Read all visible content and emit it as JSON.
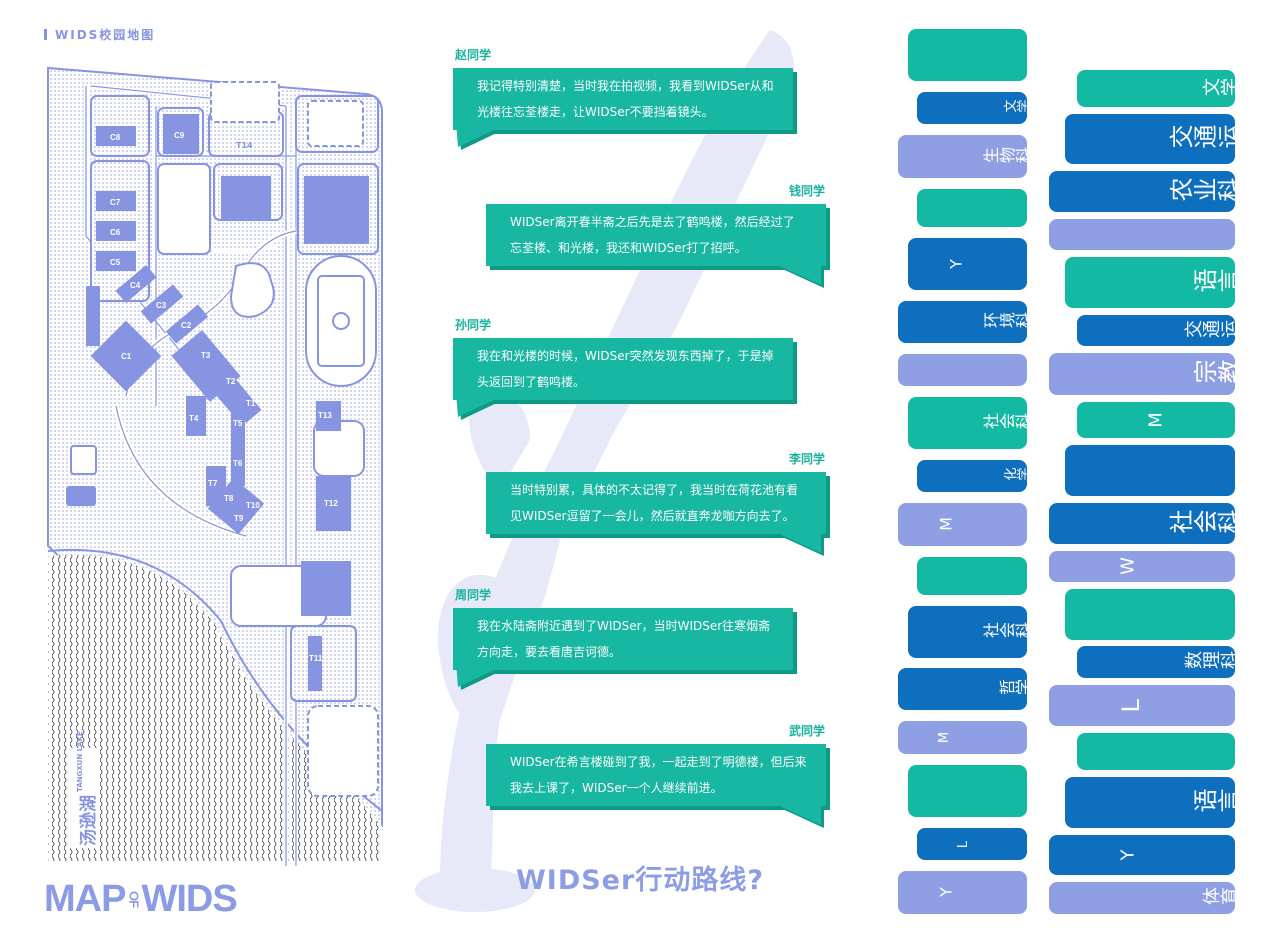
{
  "map": {
    "title": "WIDS校园地图",
    "logo": {
      "left": "MAP",
      "of": "OF",
      "right": "WIDS"
    },
    "lake_label_cn": "汤逊湖",
    "lake_label_en": "TANGXUN LAKE",
    "buildings": [
      "C1",
      "C2",
      "C3",
      "C4",
      "C5",
      "C6",
      "C7",
      "C8",
      "C9",
      "T1",
      "T2",
      "T3",
      "T4",
      "T5",
      "T6",
      "T7",
      "T8",
      "T9",
      "T10",
      "T11",
      "T12",
      "T13",
      "T14"
    ]
  },
  "chats": [
    {
      "name": "赵同学",
      "text_lines": [
        "我记得特别清楚，当时我在拍视频，我看到WIDSer从和",
        "光楼往忘荃楼走，让WIDSer不要挡着镜头。"
      ],
      "side": "left"
    },
    {
      "name": "钱同学",
      "text_lines": [
        "WIDSer离开春半斋之后先是去了鹤鸣楼，然后经过了",
        "忘荃楼、和光楼，我还和WIDSer打了招呼。"
      ],
      "side": "right"
    },
    {
      "name": "孙同学",
      "text_lines": [
        "我在和光楼的时候，WIDSer突然发现东西掉了，于是掉",
        "头返回到了鹤鸣楼。"
      ],
      "side": "left"
    },
    {
      "name": "李同学",
      "text_lines": [
        "当时特别累，具体的不太记得了，我当时在荷花池有看",
        "见WIDSer逗留了一会儿，然后就直奔龙咖方向去了。"
      ],
      "side": "right"
    },
    {
      "name": "周同学",
      "text_lines": [
        "我在水陆斋附近遇到了WIDSer，当时WIDSer往寒烟斋",
        "方向走，要去看唐吉诃德。"
      ],
      "side": "left"
    },
    {
      "name": "武同学",
      "text_lines": [
        "WIDSer在希言楼碰到了我，一起走到了明德楼，但后来",
        "我去上课了，WIDSer一个人继续前进。"
      ],
      "side": "right"
    }
  ],
  "question": "WIDSer行动路线?",
  "colors": {
    "teal": "#14b9a4",
    "dark_blue": "#0e6fbe",
    "light_blue": "#8f9fe4",
    "map_blue": "#8794e2"
  },
  "blocks_left": [
    {
      "color": "teal",
      "label": ""
    },
    {
      "color": "dark",
      "label": "文学"
    },
    {
      "color": "light",
      "label": "生物科学"
    },
    {
      "color": "teal",
      "label": ""
    },
    {
      "color": "dark",
      "label": "Y"
    },
    {
      "color": "dark",
      "label": "环境科学"
    },
    {
      "color": "light",
      "label": ""
    },
    {
      "color": "teal",
      "label": "社会科学"
    },
    {
      "color": "dark",
      "label": "化学"
    },
    {
      "color": "light",
      "label": "M"
    },
    {
      "color": "teal",
      "label": ""
    },
    {
      "color": "dark",
      "label": "社会科学"
    },
    {
      "color": "dark",
      "label": "哲学"
    },
    {
      "color": "light",
      "label": "M"
    },
    {
      "color": "teal",
      "label": ""
    },
    {
      "color": "dark",
      "label": "L"
    },
    {
      "color": "light",
      "label": "Y"
    }
  ],
  "blocks_right": [
    {
      "color": "teal",
      "label": "文学"
    },
    {
      "color": "dark",
      "label": "交通运输"
    },
    {
      "color": "dark",
      "label": "农业科学"
    },
    {
      "color": "light",
      "label": ""
    },
    {
      "color": "teal",
      "label": "语言"
    },
    {
      "color": "dark",
      "label": "交通运输"
    },
    {
      "color": "light",
      "label": "宗教"
    },
    {
      "color": "teal",
      "label": "M"
    },
    {
      "color": "dark",
      "label": ""
    },
    {
      "color": "dark",
      "label": "社会科学"
    },
    {
      "color": "light",
      "label": "W"
    },
    {
      "color": "teal",
      "label": ""
    },
    {
      "color": "dark",
      "label": "数理科学"
    },
    {
      "color": "light",
      "label": "L"
    },
    {
      "color": "teal",
      "label": ""
    },
    {
      "color": "dark",
      "label": "语言"
    },
    {
      "color": "dark",
      "label": "Y"
    },
    {
      "color": "light",
      "label": "体育"
    }
  ]
}
